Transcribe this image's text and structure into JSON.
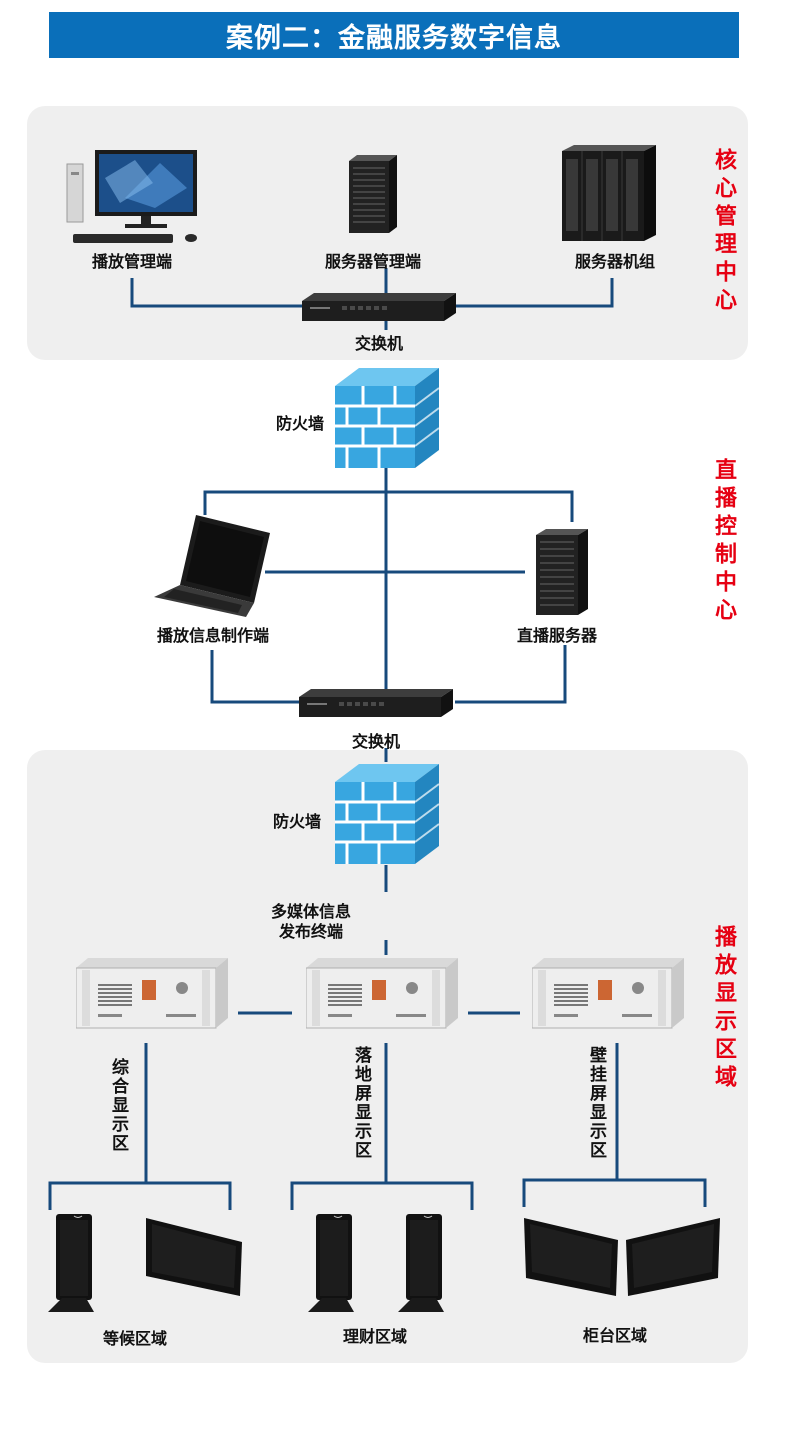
{
  "title": "案例二：金融服务数字信息",
  "zones": {
    "core": "核心管理中心",
    "live": "直播控制中心",
    "display": "播放显示区域"
  },
  "core": {
    "playback_mgmt": "播放管理端",
    "server_mgmt": "服务器管理端",
    "server_cluster": "服务器机组",
    "switch": "交换机"
  },
  "live": {
    "firewall": "防火墙",
    "authoring": "播放信息制作端",
    "live_server": "直播服务器",
    "switch": "交换机"
  },
  "display": {
    "firewall": "防火墙",
    "publisher_line1": "多媒体信息",
    "publisher_line2": "发布终端",
    "branch_left": "综合显示区",
    "branch_mid": "落地屏显示区",
    "branch_right": "壁挂屏显示区",
    "area_waiting": "等候区域",
    "area_finance": "理财区域",
    "area_counter": "柜台区域"
  },
  "colors": {
    "banner": "#0a6fba",
    "line": "#174a7c",
    "zone_text": "#e60012",
    "firewall": "#38a6e0"
  }
}
